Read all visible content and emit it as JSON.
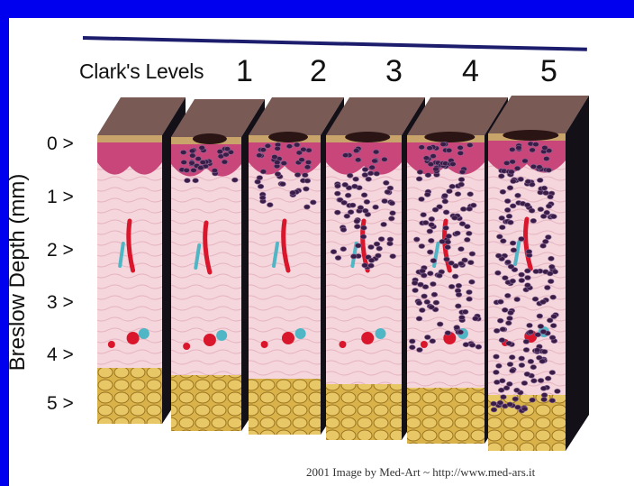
{
  "title": "Clark's Levels",
  "clark_levels": [
    "1",
    "2",
    "3",
    "4",
    "5"
  ],
  "axis_label": "Breslow Depth (mm)",
  "depth_ticks": [
    "0 >",
    "1 >",
    "2 >",
    "3 >",
    "4 >",
    "5 >"
  ],
  "credit": "2001 Image by Med-Art ~ http://www.med-ars.it",
  "colors": {
    "frame": "#0000ee",
    "epidermis": "#c9467a",
    "dermis": "#f4d6dc",
    "fat": "#d9b24a",
    "melanoma_cells": "#3a1d46",
    "artery": "#d9162b",
    "vein": "#4fb6c6"
  }
}
